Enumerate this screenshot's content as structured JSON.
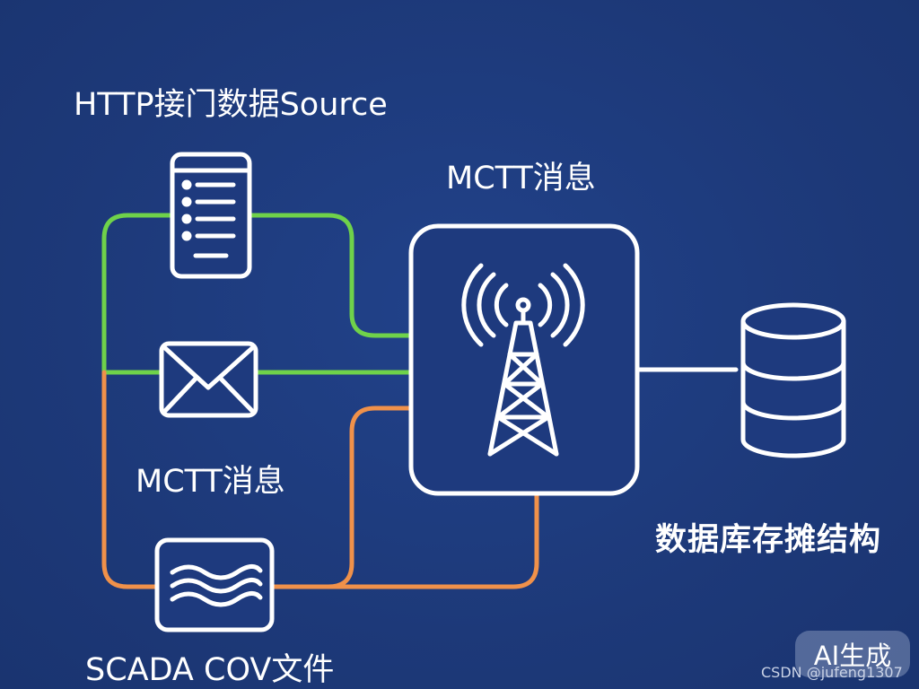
{
  "labels": {
    "http_source": "HTTP接门数据Source",
    "mctt_top": "MCTT消息",
    "mctt_left": "MCTT消息",
    "database": "数据库存摊结构",
    "scada": "SCADA COV文件"
  },
  "badge": {
    "text": "AI生成"
  },
  "watermark": {
    "text": "CSDN @jufeng1307"
  },
  "nodes": [
    {
      "id": "http-server",
      "icon": "server-document-icon"
    },
    {
      "id": "email",
      "icon": "envelope-icon"
    },
    {
      "id": "mctt-broker",
      "icon": "radio-tower-icon"
    },
    {
      "id": "database",
      "icon": "database-cylinder-icon"
    },
    {
      "id": "scada-file",
      "icon": "wave-signal-icon"
    }
  ],
  "colors": {
    "background": "#1e3a7e",
    "green_link": "#6fd24a",
    "orange_link": "#f0914a",
    "white_link": "#ffffff"
  }
}
